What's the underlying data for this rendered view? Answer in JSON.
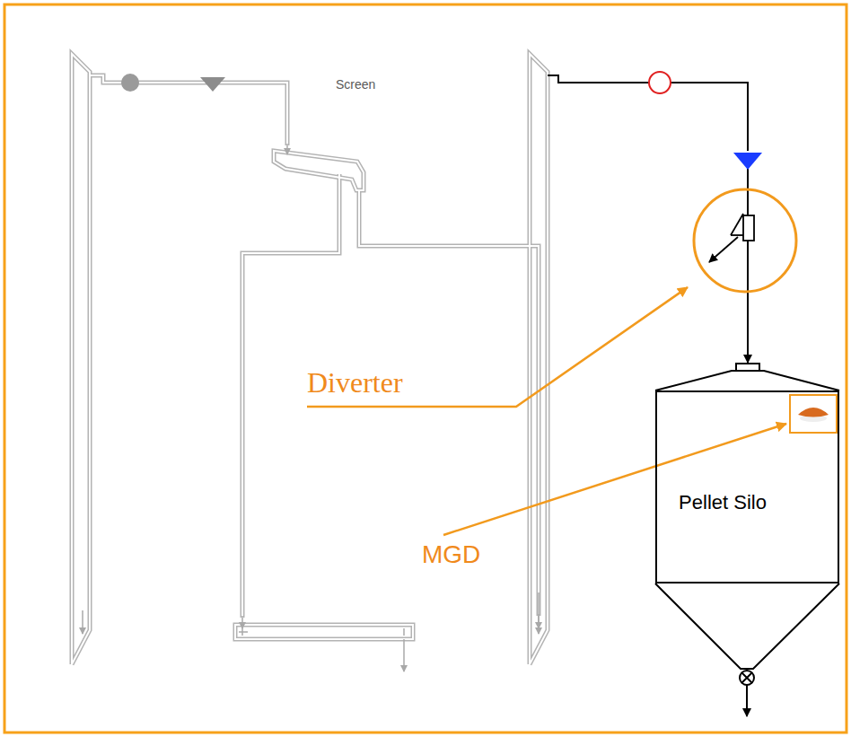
{
  "diagram": {
    "nodes": [
      {
        "text": [
          "Screen"
        ]
      },
      {
        "text": [
          "Pellet Silo"
        ]
      }
    ],
    "labels": [
      "Diverter",
      "MGD"
    ]
  }
}
